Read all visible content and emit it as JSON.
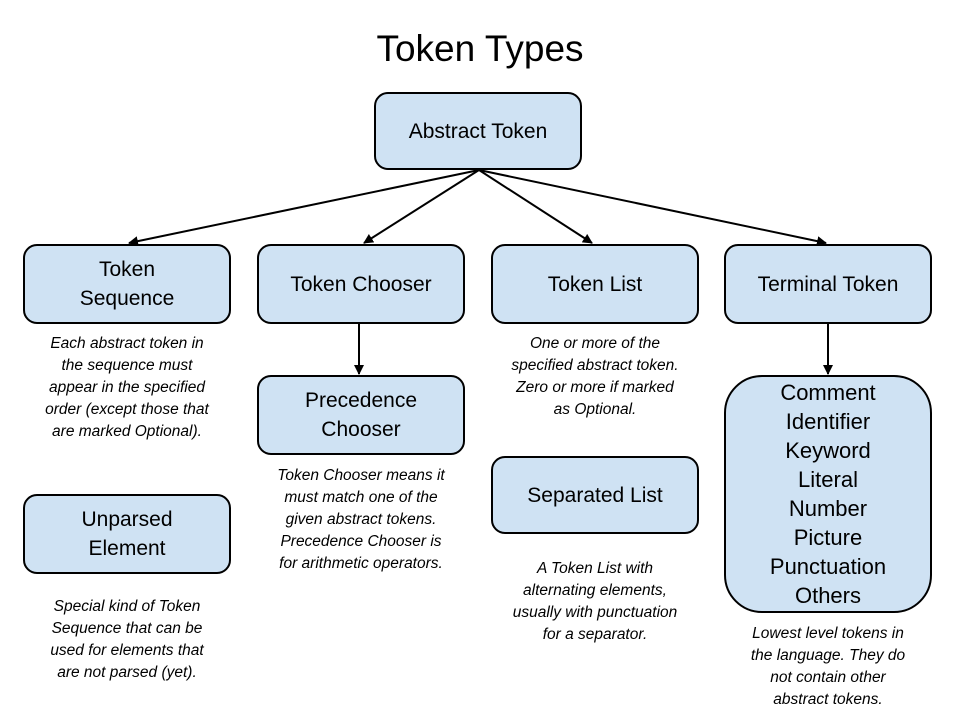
{
  "title": "Token Types",
  "nodes": {
    "abstract_token": "Abstract Token",
    "token_sequence": "Token\nSequence",
    "token_chooser": "Token Chooser",
    "token_list": "Token List",
    "terminal_token": "Terminal Token",
    "precedence_chooser": "Precedence\nChooser",
    "separated_list": "Separated List",
    "unparsed_element": "Unparsed\nElement",
    "terminal_kinds": "Comment\nIdentifier\nKeyword\nLiteral\nNumber\nPicture\nPunctuation\nOthers"
  },
  "notes": {
    "token_sequence": "Each abstract token in\nthe sequence must\nappear in the specified\norder (except those that\nare marked Optional).",
    "unparsed_element": "Special kind of Token\nSequence that can be\nused for elements that\nare not parsed (yet).",
    "token_chooser": "Token Chooser means it\nmust match one of the\ngiven abstract tokens.\nPrecedence Chooser is\nfor arithmetic operators.",
    "token_list": "One or more of the\nspecified abstract token.\nZero or more if marked\nas Optional.",
    "separated_list": "A Token List with\nalternating elements,\nusually with punctuation\nfor a separator.",
    "terminal_token": "Lowest level tokens in\nthe language. They do\nnot contain other\nabstract tokens."
  },
  "colors": {
    "box_fill": "#cfe2f3",
    "box_border": "#000000",
    "arrow": "#000000"
  }
}
